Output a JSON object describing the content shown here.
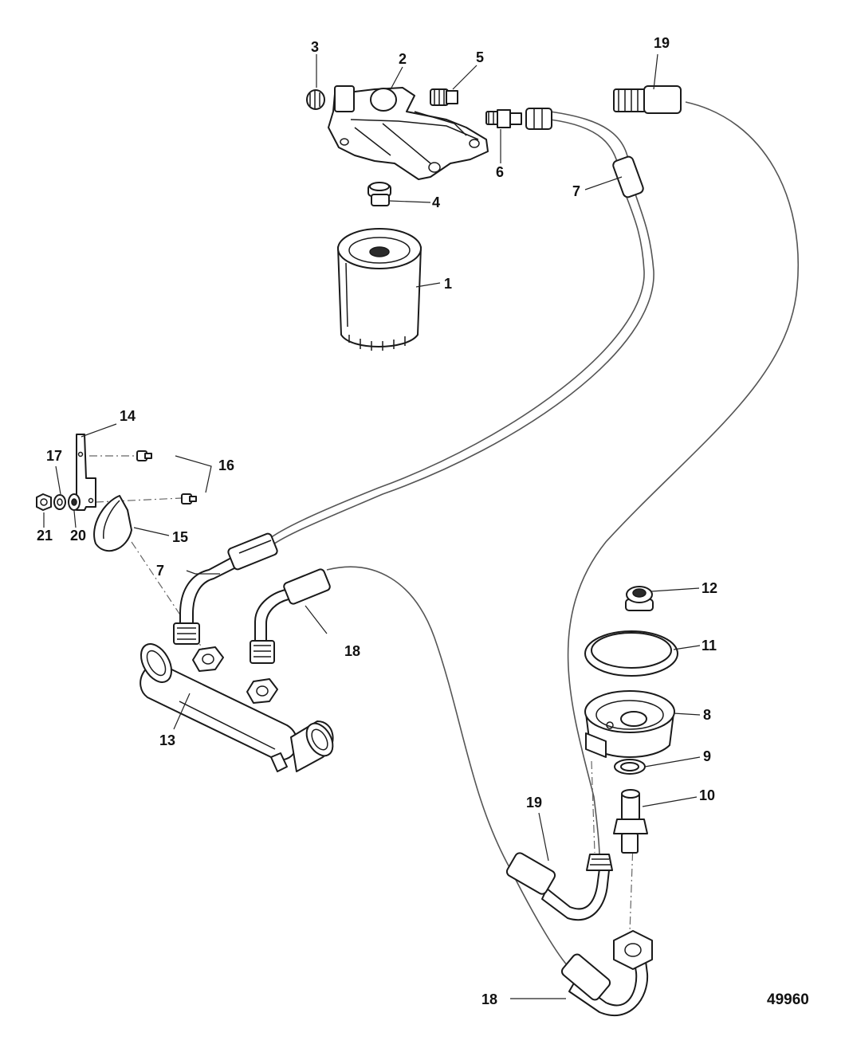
{
  "callouts": {
    "c1": "1",
    "c2": "2",
    "c3": "3",
    "c4": "4",
    "c5": "5",
    "c6": "6",
    "c7a": "7",
    "c7b": "7",
    "c8": "8",
    "c9": "9",
    "c10": "10",
    "c11": "11",
    "c12": "12",
    "c13": "13",
    "c14": "14",
    "c15": "15",
    "c16": "16",
    "c17": "17",
    "c18a": "18",
    "c18b": "18",
    "c19a": "19",
    "c19b": "19",
    "c20": "20",
    "c21": "21"
  },
  "figure_number": "49960"
}
